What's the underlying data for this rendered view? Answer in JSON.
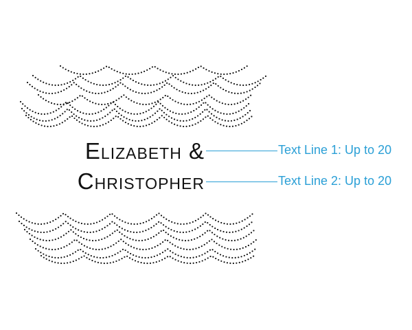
{
  "names": {
    "line1": "Elizabeth &",
    "line2": "Christopher"
  },
  "callouts": {
    "line1": "Text Line 1: Up to 20",
    "line2": "Text Line 2: Up to 20"
  },
  "colors": {
    "text": "#111111",
    "callout": "#2a9fd6",
    "dots": "#111111",
    "background": "#ffffff"
  },
  "decoration": {
    "style": "dotted scalloped garland swags",
    "count": 2
  }
}
